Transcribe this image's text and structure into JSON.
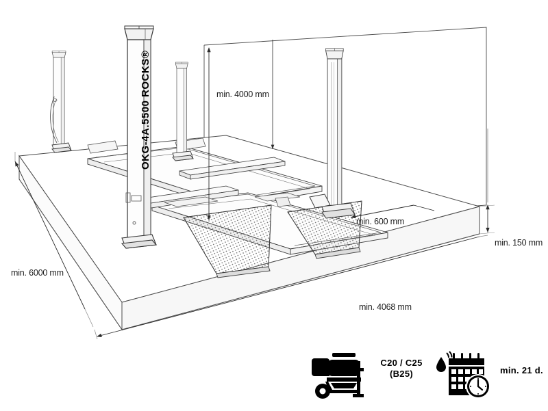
{
  "diagram": {
    "title": "Four-post lift foundation requirements drawing",
    "product_label": "OKG-4A.5500  ROCKS®",
    "line_color": "#3a3a3a",
    "text_color": "#1d1d1d",
    "icon_color": "#000000",
    "background": "#ffffff"
  },
  "dimensions": {
    "ceiling_height": "min. 4000 mm",
    "side_clearance": "min. 600 mm",
    "slab_thickness": "min. 150 mm",
    "slab_length": "min. 6000 mm",
    "slab_width": "min. 4068 mm"
  },
  "notes": [
    {
      "icon": "concrete-mixer-icon",
      "label_line1": "C20 / C25",
      "label_line2": "(B25)"
    },
    {
      "icon": "calendar-clock-curing-icon",
      "label_line1": "min. 21 d.",
      "label_line2": ""
    }
  ]
}
